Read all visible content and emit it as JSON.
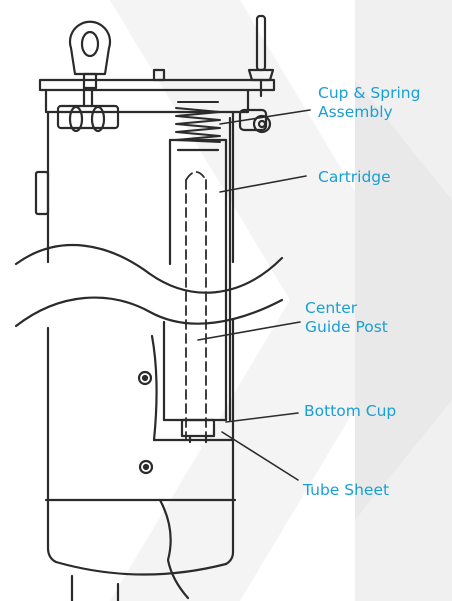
{
  "labels": {
    "cup_spring": [
      "Cup & Spring",
      "Assembly"
    ],
    "cartridge": [
      "Cartridge"
    ],
    "center_guide_post": [
      "Center",
      "Guide Post"
    ],
    "bottom_cup": [
      "Bottom Cup"
    ],
    "tube_sheet": [
      "Tube Sheet"
    ]
  },
  "colors": {
    "label_text": "#1a9fd4",
    "line_art": "#2b2b2b",
    "background": "#ffffff",
    "background_panel": "#f0f0f0"
  }
}
